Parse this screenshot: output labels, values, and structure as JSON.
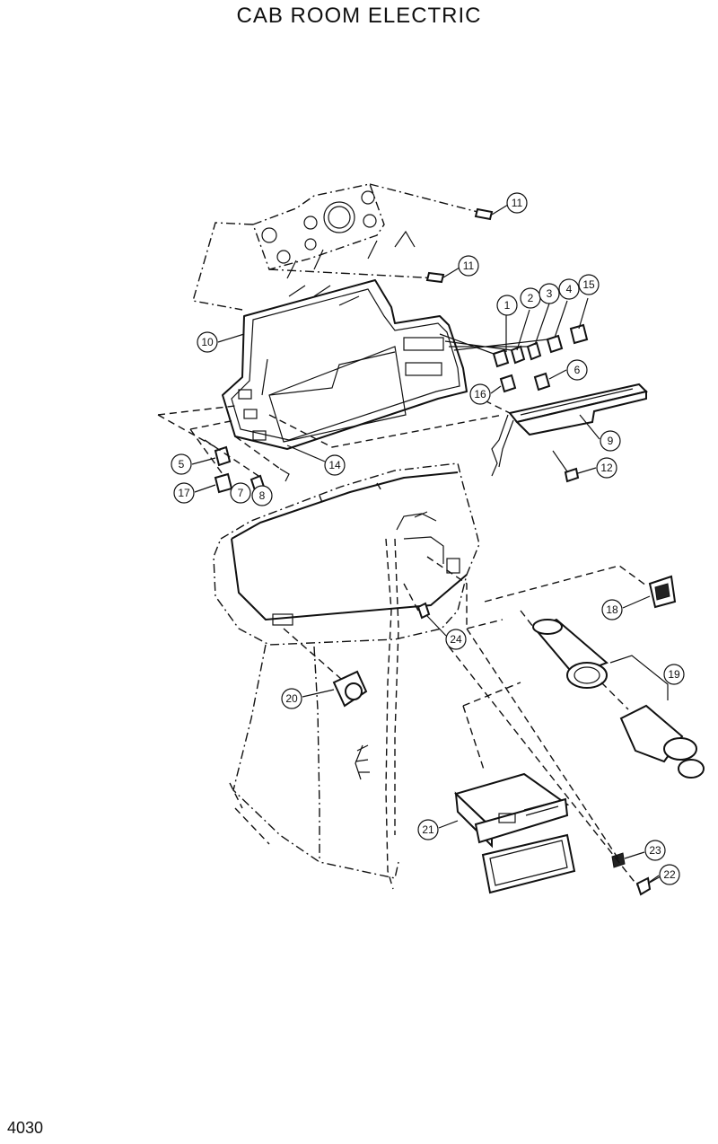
{
  "title": "CAB  ROOM  ELECTRIC",
  "page_number": "4030",
  "callouts": [
    "1",
    "2",
    "3",
    "4",
    "15",
    "11",
    "11",
    "10",
    "6",
    "16",
    "9",
    "12",
    "5",
    "17",
    "7",
    "8",
    "14",
    "18",
    "24",
    "19",
    "20",
    "21",
    "23",
    "22"
  ]
}
